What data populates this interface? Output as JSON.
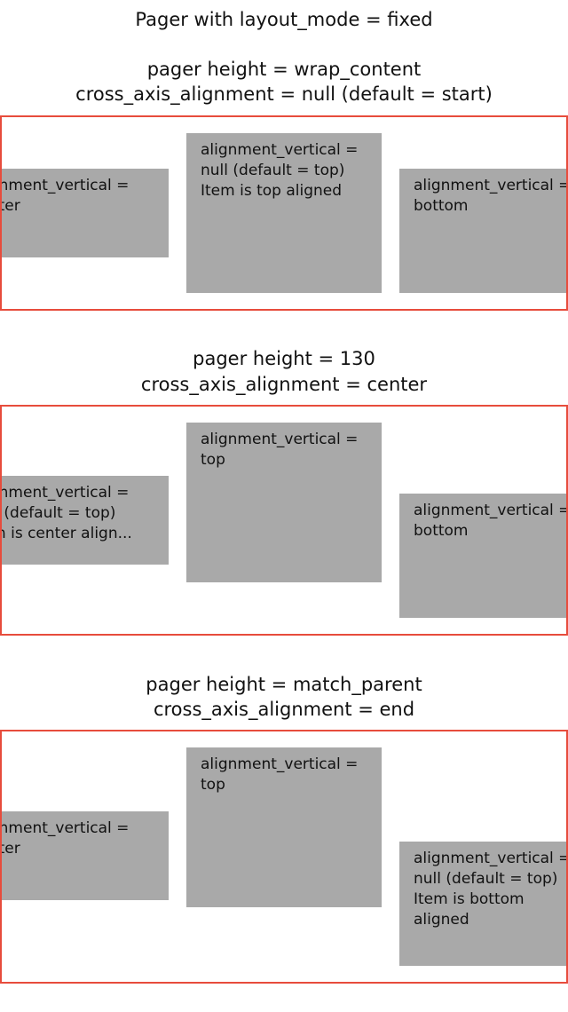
{
  "page_title": "Pager with layout_mode = fixed",
  "sections": [
    {
      "heading_line1": "pager height = wrap_content",
      "heading_line2": "cross_axis_alignment = null (default = start)",
      "items": [
        {
          "text": "alignment_vertical =\ncenter"
        },
        {
          "text": "alignment_vertical =\nnull (default = top)\nItem is top aligned"
        },
        {
          "text": "alignment_vertical =\nbottom"
        }
      ]
    },
    {
      "heading_line1": "pager height = 130",
      "heading_line2": "cross_axis_alignment = center",
      "items": [
        {
          "text": "alignment_vertical =\nnull (default = top)\nItem is center align..."
        },
        {
          "text": "alignment_vertical =\ntop"
        },
        {
          "text": "alignment_vertical =\nbottom"
        }
      ]
    },
    {
      "heading_line1": "pager height = match_parent",
      "heading_line2": "cross_axis_alignment = end",
      "items": [
        {
          "text": "alignment_vertical =\ncenter"
        },
        {
          "text": "alignment_vertical =\ntop"
        },
        {
          "text": "alignment_vertical =\nnull (default = top)\nItem is bottom\naligned"
        }
      ]
    }
  ],
  "colors": {
    "pager_border": "#e74c3c",
    "item_background": "#a9a9a9"
  }
}
